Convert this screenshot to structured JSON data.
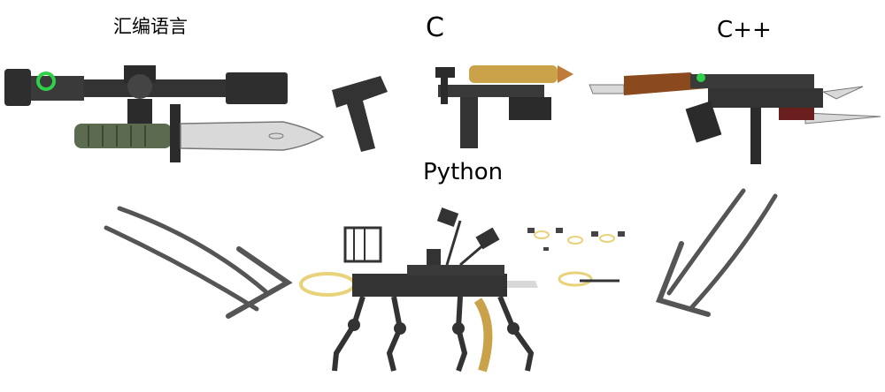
{
  "captions": {
    "assembly": "汇编语言",
    "c": "C",
    "cpp": "C++",
    "python": "Python"
  },
  "colors": {
    "gun_dark": "#3a3a3a",
    "metal_light": "#d9d9d9",
    "grip_green": "#5c6b4f",
    "wood": "#8a4a1e",
    "brass": "#c9a24a",
    "scope_green": "#2fd04a",
    "arrow_gray": "#555555",
    "muzzle_yellow": "#e8d27a"
  }
}
